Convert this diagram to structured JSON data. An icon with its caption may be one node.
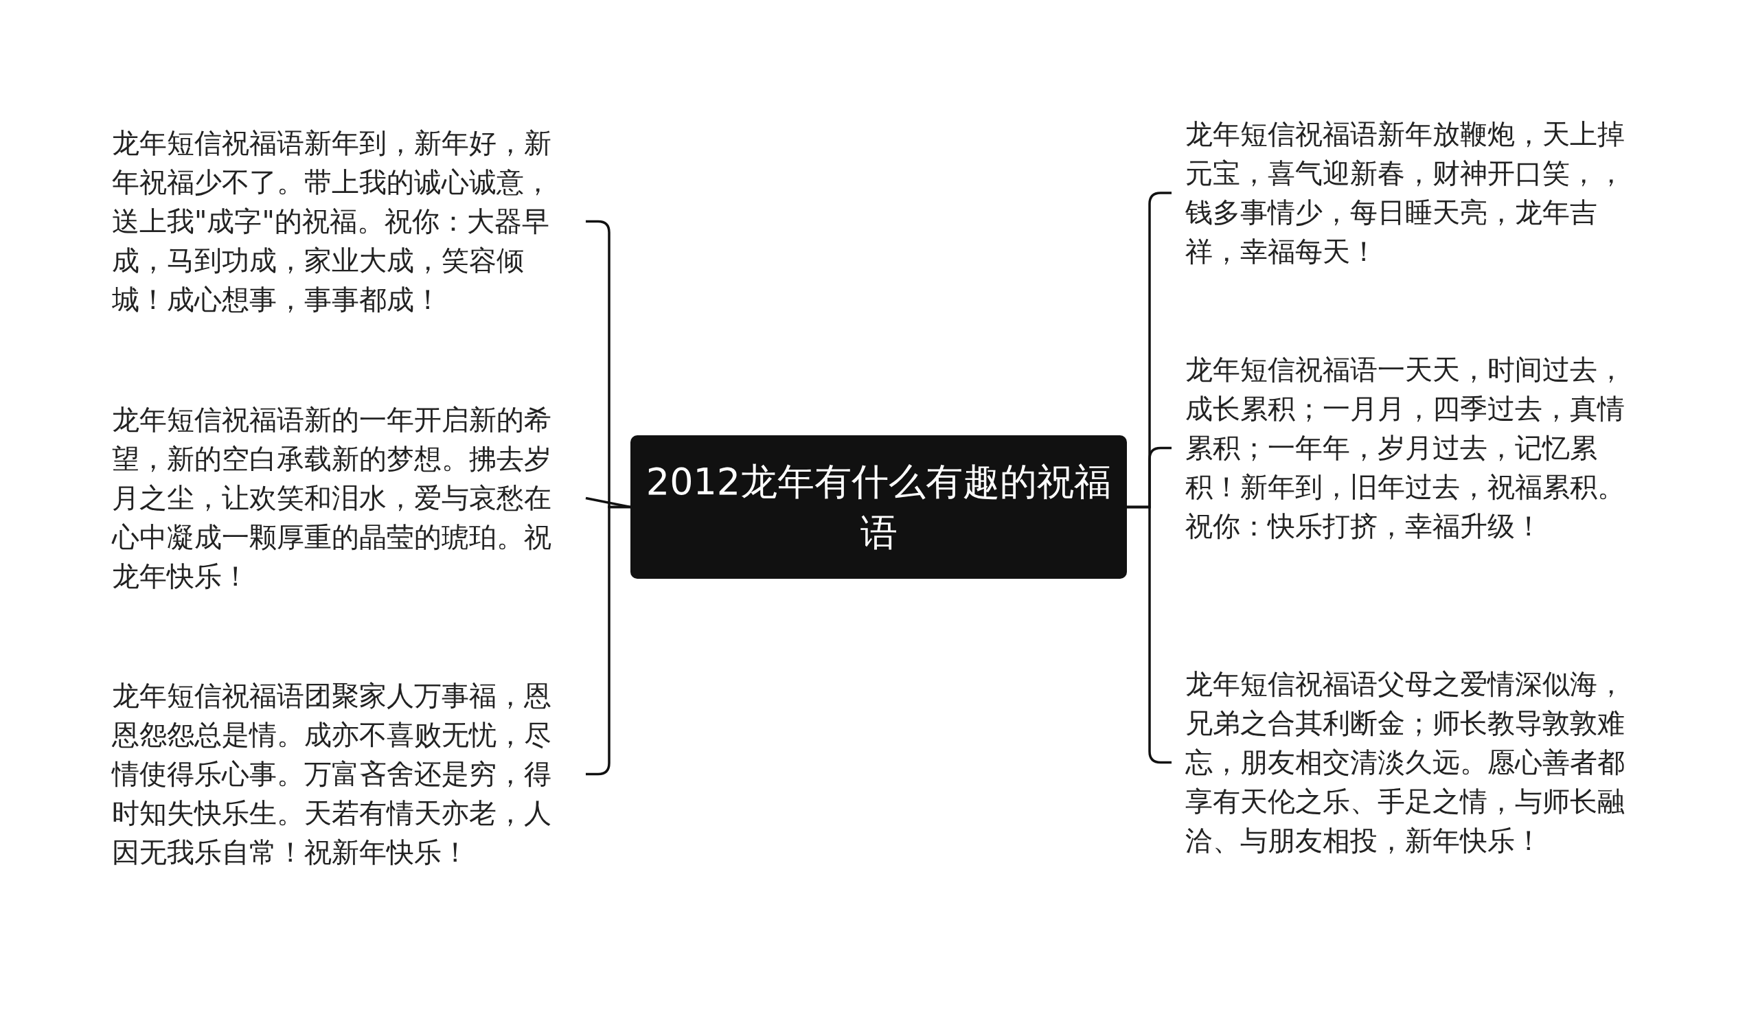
{
  "diagram": {
    "nodes": [
      {
        "text": [
          "2012龙年有什么有趣的祝福语"
        ]
      },
      {
        "text": [
          "龙年短信祝福语新年到，新年好，新年祝福少不了。带上我的诚心诚意，送上我\"成字\"的祝福。祝你：大器早成，马到功成，家业大成，笑容倾城！成心想事，事事都成！"
        ]
      },
      {
        "text": [
          "龙年短信祝福语新的一年开启新的希望，新的空白承载新的梦想。拂去岁月之尘，让欢笑和泪水，爱与哀愁在心中凝成一颗厚重的晶莹的琥珀。祝龙年快乐！"
        ]
      },
      {
        "text": [
          "龙年短信祝福语团聚家人万事福，恩恩怨怨总是情。成亦不喜败无忧，尽情使得乐心事。万富吝舍还是穷，得时知失快乐生。天若有情天亦老，人因无我乐自常！祝新年快乐！"
        ]
      },
      {
        "text": [
          "龙年短信祝福语新年放鞭炮，天上掉元宝，喜气迎新春，财神开口笑，，钱多事情少，每日睡天亮，龙年吉祥，幸福每天！"
        ]
      },
      {
        "text": [
          "龙年短信祝福语一天天，时间过去，成长累积；一月月，四季过去，真情累积；一年年，岁月过去，记忆累积！新年到，旧年过去，祝福累积。祝你：快乐打挤，幸福升级！"
        ]
      },
      {
        "text": [
          "龙年短信祝福语父母之爱情深似海，兄弟之合其利断金；师长教导敦敦难忘，朋友相交清淡久远。愿心善者都享有天伦之乐、手足之情，与师长融洽、与朋友相投，新年快乐！"
        ]
      }
    ],
    "edges": [
      {
        "from": 0,
        "to": 1,
        "arrow": "none"
      },
      {
        "from": 0,
        "to": 2,
        "arrow": "none"
      },
      {
        "from": 0,
        "to": 3,
        "arrow": "none"
      },
      {
        "from": 0,
        "to": 4,
        "arrow": "none"
      },
      {
        "from": 0,
        "to": 5,
        "arrow": "none"
      },
      {
        "from": 0,
        "to": 6,
        "arrow": "none"
      }
    ]
  }
}
